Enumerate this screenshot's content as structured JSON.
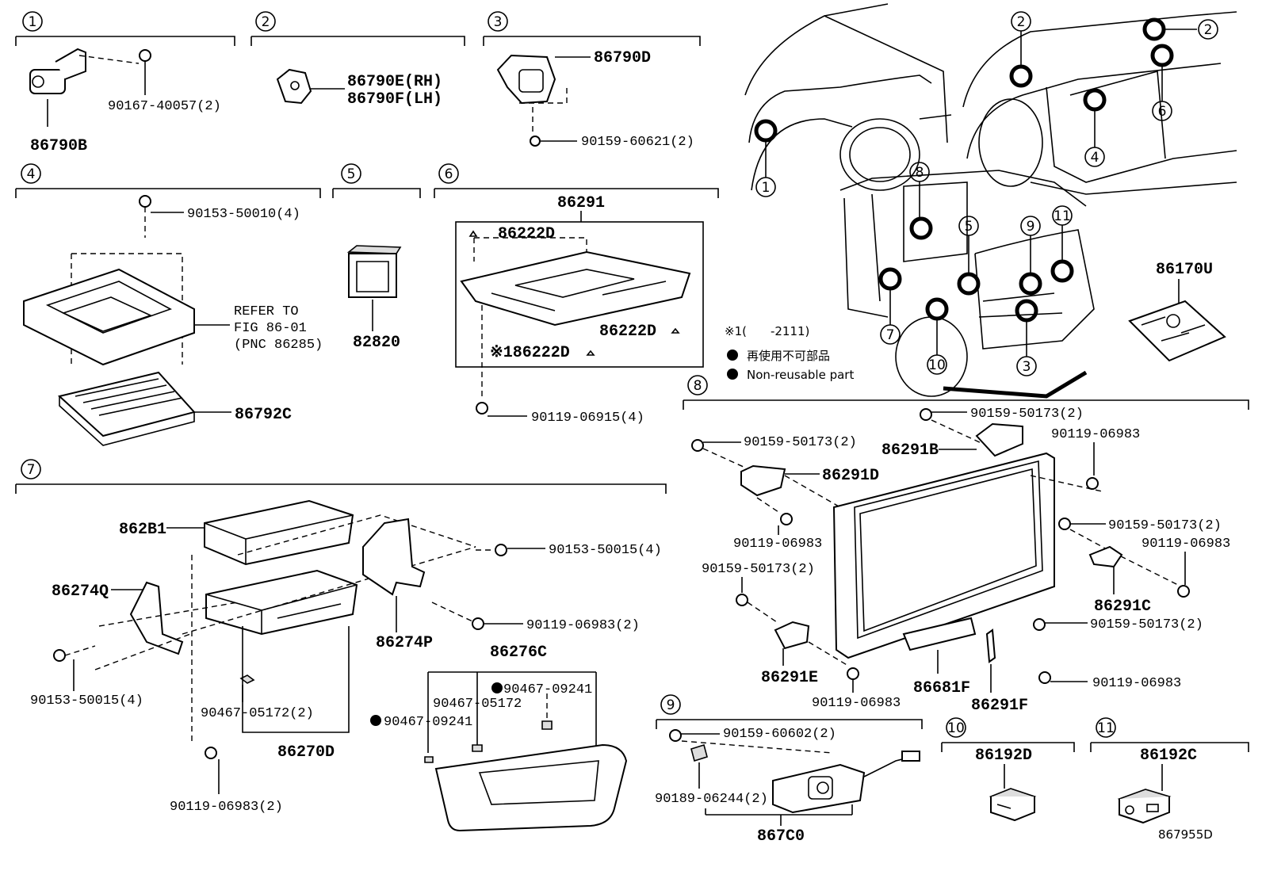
{
  "sections": {
    "s1": {
      "index": "1",
      "parts": [
        "86790B",
        "90167-40057(2)"
      ]
    },
    "s2": {
      "index": "2",
      "parts": [
        "86790E(RH)",
        "86790F(LH)"
      ]
    },
    "s3": {
      "index": "3",
      "parts": [
        "86790D",
        "90159-60621(2)"
      ]
    },
    "s4": {
      "index": "4",
      "parts": [
        "90153-50010(4)",
        "86792C"
      ],
      "refer": [
        "REFER TO",
        "FIG 86-01",
        "(PNC 86285)"
      ]
    },
    "s5": {
      "index": "5",
      "parts": [
        "82820"
      ]
    },
    "s6": {
      "index": "6",
      "parts": [
        "86291",
        "86222D",
        "86222D",
        "※186222D",
        "90119-06915(4)"
      ]
    },
    "s7": {
      "index": "7",
      "parts": [
        "862B1",
        "86274Q",
        "90153-50015(4)",
        "90119-06983(2)",
        "86274P",
        "90153-50015(4)",
        "90467-05172(2)",
        "86270D",
        "90119-06983(2)",
        "86276C",
        "90467-09241",
        "90467-05172",
        "90467-09241"
      ]
    },
    "s8": {
      "index": "8",
      "parts": [
        "90159-50173(2)",
        "90119-06983",
        "86291B",
        "90159-50173(2)",
        "86291D",
        "90119-06983",
        "90159-50173(2)",
        "90119-06983",
        "90159-50173(2)",
        "86291C",
        "90159-50173(2)",
        "86291E",
        "90119-06983",
        "86681F",
        "86291F",
        "90119-06983"
      ]
    },
    "s9": {
      "index": "9",
      "parts": [
        "90159-60602(2)",
        "90189-06244(2)",
        "867C0"
      ]
    },
    "s10": {
      "index": "10",
      "parts": [
        "86192D"
      ]
    },
    "s11": {
      "index": "11",
      "parts": [
        "86192C"
      ]
    }
  },
  "remote": "86170U",
  "legend": {
    "note": "※1(　　-2111)",
    "jp": "再使用不可部品",
    "en": "Non-reusable part"
  },
  "vehicle_callouts": [
    "1",
    "2",
    "2",
    "6",
    "4",
    "8",
    "5",
    "9",
    "11",
    "7",
    "10",
    "3"
  ],
  "footer_code": "867955D"
}
